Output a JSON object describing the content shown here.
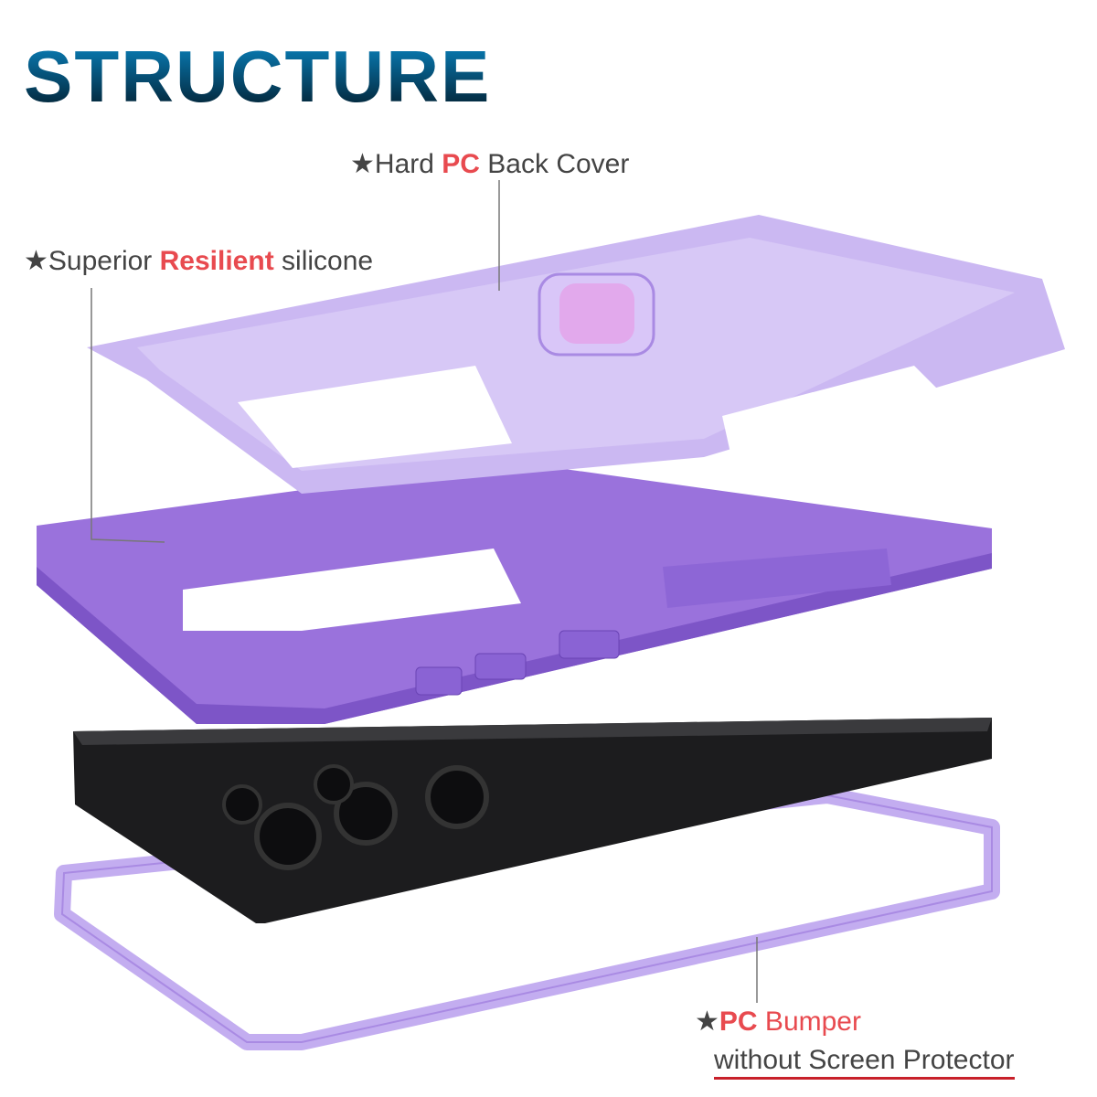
{
  "title": "STRUCTURE",
  "labels": {
    "back_cover": {
      "star": "★",
      "pre": "Hard ",
      "highlight": "PC",
      "post": " Back Cover"
    },
    "silicone": {
      "star": "★",
      "pre": "Superior ",
      "highlight": "Resilient",
      "post": " silicone"
    },
    "bumper": {
      "star": "★",
      "highlight": "PC",
      "post": " Bumper",
      "line2": "without Screen Protector"
    }
  },
  "colors": {
    "accent": "#e84a4f",
    "cover": "#cbb8f2",
    "silicone": "#9a72dc",
    "phone": "#1c1c1e"
  }
}
